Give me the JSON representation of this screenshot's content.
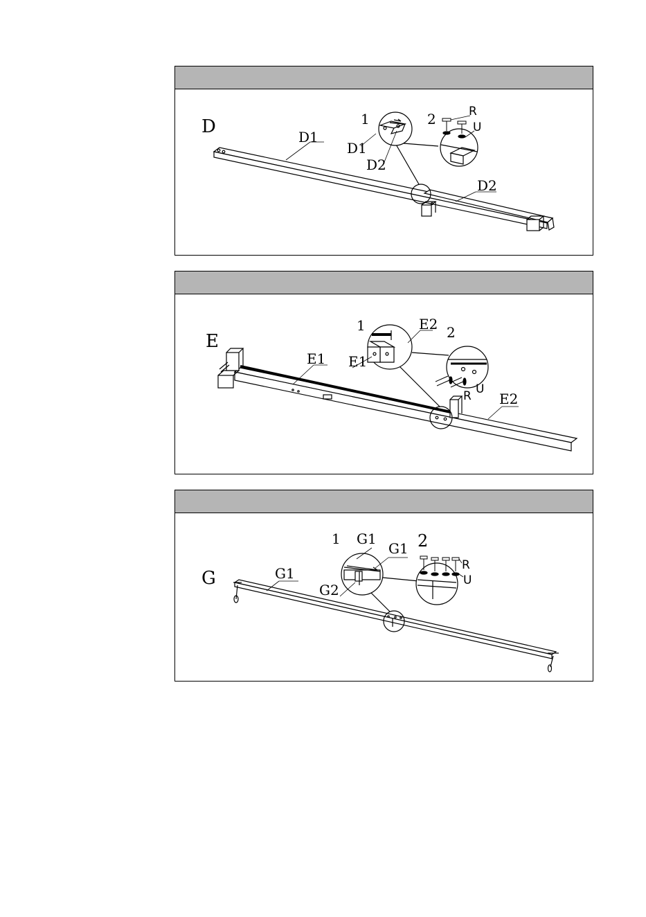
{
  "panels": [
    {
      "letter": "D",
      "step1": "1",
      "step2": "2",
      "labels": {
        "main": "D1",
        "zoom_top": "D1",
        "zoom_bottom": "D2",
        "right": "D2"
      },
      "hardware": {
        "bolt": "R",
        "washer": "U"
      }
    },
    {
      "letter": "E",
      "step1": "1",
      "step2": "2",
      "labels": {
        "main": "E1",
        "zoom_top": "E2",
        "zoom_bottom": "E1",
        "right": "E2"
      },
      "hardware": {
        "bolt": "R",
        "washer": "U"
      }
    },
    {
      "letter": "G",
      "step1": "1",
      "step2": "2",
      "labels": {
        "main": "G1",
        "zoom_top_left": "G1",
        "zoom_top_right": "G1",
        "zoom_bottom": "G2"
      },
      "hardware": {
        "bolt": "R",
        "washer": "U"
      }
    }
  ]
}
